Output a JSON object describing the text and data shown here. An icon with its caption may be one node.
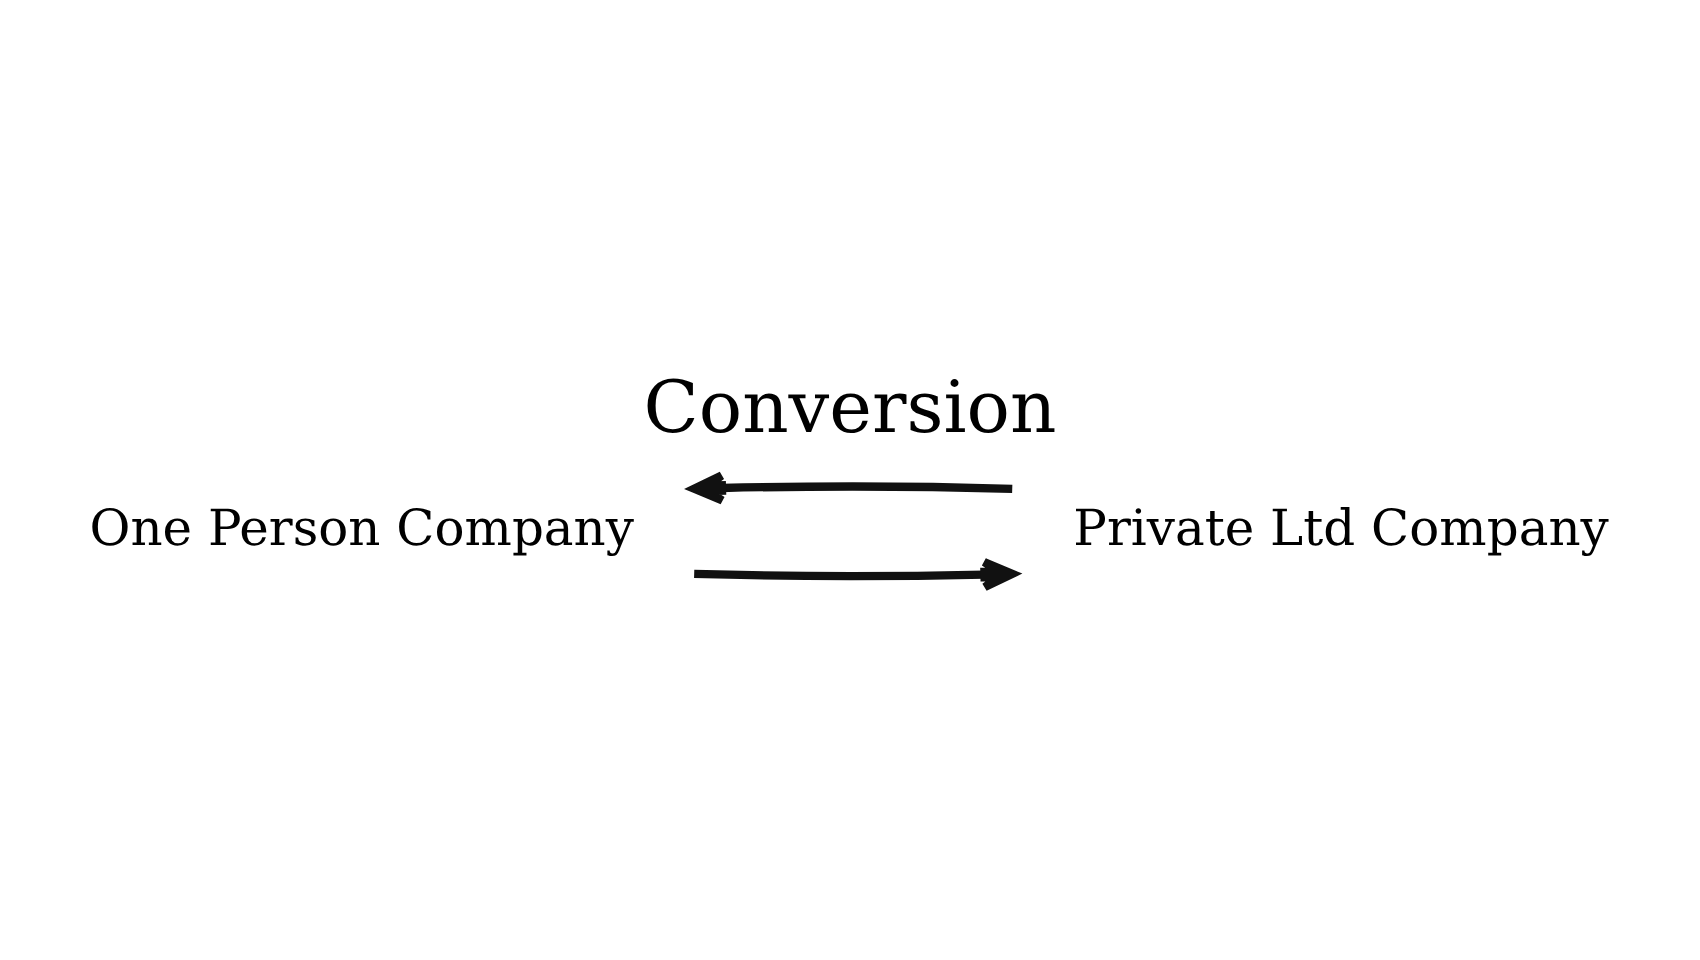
{
  "diagram": {
    "title": "Conversion",
    "nodes": [
      {
        "text": [
          "One Person Company"
        ]
      },
      {
        "text": [
          "Private Ltd Company"
        ]
      }
    ],
    "edges": [
      {
        "from": 0,
        "to": 1,
        "arrow": "to"
      },
      {
        "from": 1,
        "to": 0,
        "arrow": "to"
      }
    ]
  }
}
